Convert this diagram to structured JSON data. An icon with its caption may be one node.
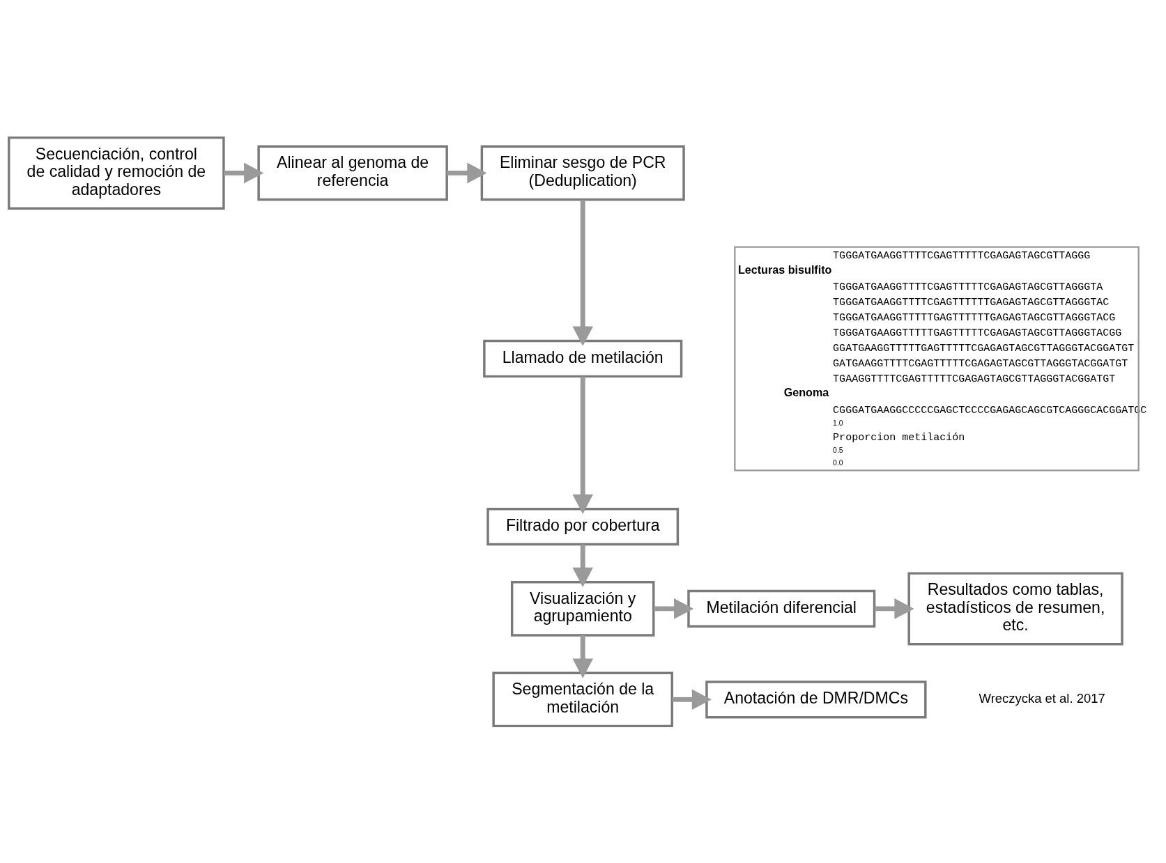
{
  "diagram": {
    "nodes": [
      {
        "text": [
          "Secuenciación, control de calidad y remoción de adaptadores"
        ]
      },
      {
        "text": [
          "Alinear al genoma de referencia"
        ]
      },
      {
        "text": [
          "Eliminar sesgo de PCR (Deduplication)"
        ]
      },
      {
        "text": [
          "Llamado de metilación"
        ]
      },
      {
        "text": [
          "Filtrado por cobertura"
        ]
      },
      {
        "text": [
          "Resultados como tablas, estadísticos de resumen, etc."
        ]
      },
      {
        "text": [
          "Metilación diferencial"
        ]
      },
      {
        "text": [
          "Visualización y agrupamiento"
        ]
      },
      {
        "text": [
          "Anotación de DMR/DMCs"
        ]
      },
      {
        "text": [
          "Segmentación de la metilación"
        ]
      }
    ],
    "edges": [
      {
        "from": 0,
        "to": 1,
        "arrow": "to"
      },
      {
        "from": 1,
        "to": 2,
        "arrow": "to"
      },
      {
        "from": 2,
        "to": 3,
        "arrow": "to"
      },
      {
        "from": 3,
        "to": 4,
        "arrow": "to"
      },
      {
        "from": 4,
        "to": 7,
        "arrow": "to"
      },
      {
        "from": 7,
        "to": 6,
        "arrow": "to"
      },
      {
        "from": 6,
        "to": 5,
        "arrow": "to"
      },
      {
        "from": 7,
        "to": 9,
        "arrow": "to"
      },
      {
        "from": 9,
        "to": 8,
        "arrow": "to"
      }
    ],
    "labels": [
      "TGGGATGAAGGTTTTCGAGTTTTTCGAGAGTAGCGTTAGGG",
      "Lecturas bisulfito",
      "TGGGATGAAGGTTTTCGAGTTTTTCGAGAGTAGCGTTAGGGTA",
      "TGGGATGAAGGTTTTCGAGTTTTTTGAGAGTAGCGTTAGGGTAC",
      "TGGGATGAAGGTTTTTGAGTTTTTTGAGAGTAGCGTTAGGGTACG",
      "TGGGATGAAGGTTTTTGAGTTTTTCGAGAGTAGCGTTAGGGTACGG",
      "GGATGAAGGTTTTTGAGTTTTTCGAGAGTAGCGTTAGGGTACGGATGT",
      "GATGAAGGTTTTCGAGTTTTTCGAGAGTAGCGTTAGGGTACGGATGT",
      "TGAAGGTTTTCGAGTTTTTCGAGAGTAGCGTTAGGGTACGGATGT",
      "Genoma",
      "CGGGATGAAGGCCCCCGAGCTCCCCGAGAGCAGCGTCAGGGCACGGATGC",
      "1.0",
      "Proporcion metilación",
      "0.5",
      "0.0",
      "Wreczycka et al. 2017"
    ]
  }
}
